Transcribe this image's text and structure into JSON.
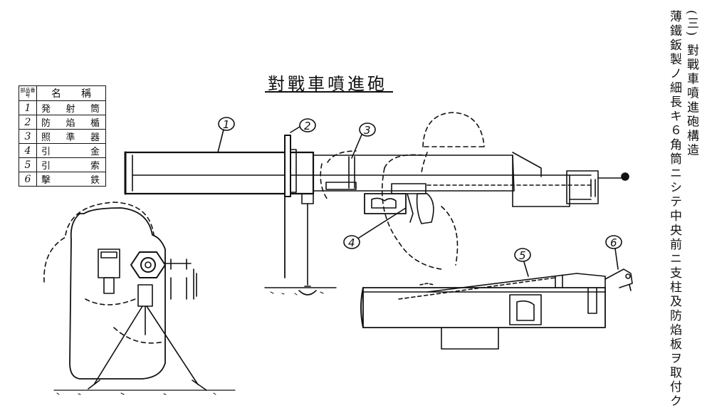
{
  "title": "對戰車噴進砲",
  "side_text": {
    "heading": "(三)  對戰車噴進砲構造",
    "body": "薄鐵鈑製ノ細長キ６角筒ニシテ中央前ニ支柱及防焰板ヲ取付ク"
  },
  "parts_table": {
    "header_no": "部品番号",
    "header_name": "名　　稱",
    "rows": [
      {
        "no": "1",
        "name": "発射筒"
      },
      {
        "no": "2",
        "name": "防焰楯"
      },
      {
        "no": "3",
        "name": "照準器"
      },
      {
        "no": "4",
        "name": "引金"
      },
      {
        "no": "5",
        "name": "引索"
      },
      {
        "no": "6",
        "name": "擊鉄"
      }
    ]
  },
  "callouts": [
    "1",
    "2",
    "3",
    "4",
    "5",
    "6"
  ]
}
